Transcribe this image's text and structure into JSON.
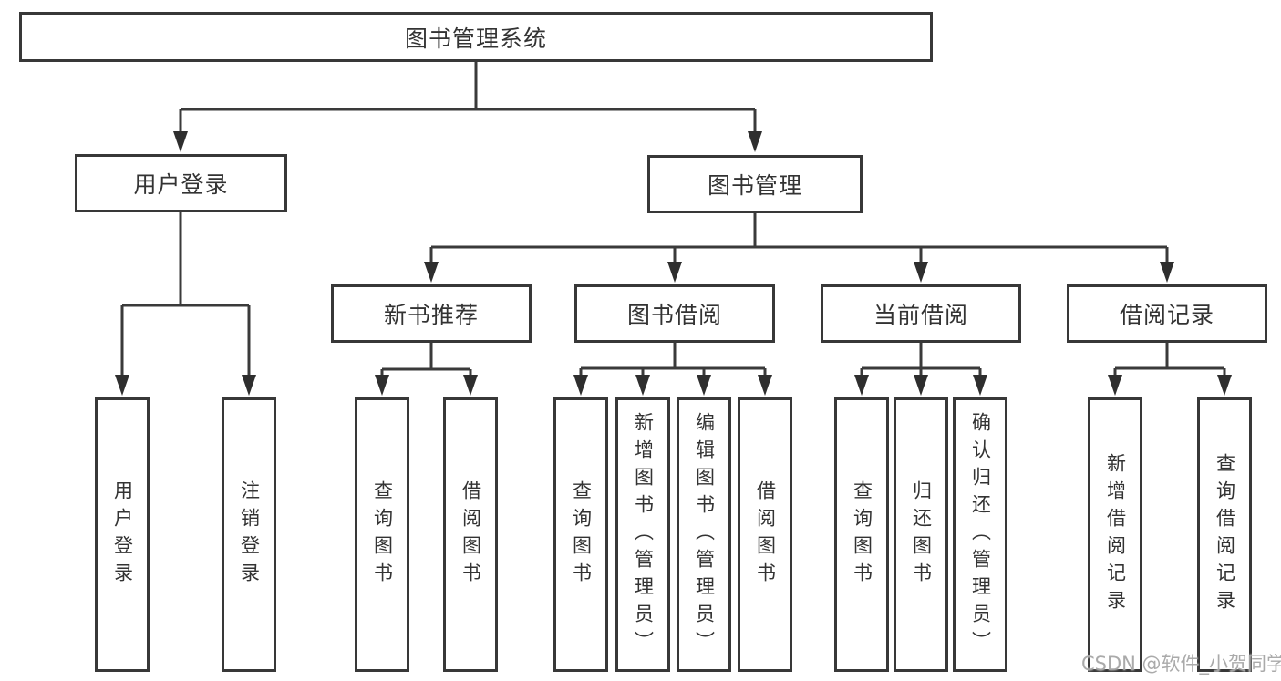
{
  "tree": {
    "root": {
      "label": "图书管理系统"
    },
    "branches": [
      {
        "label": "用户登录",
        "leaves": [
          "用户登录",
          "注销登录"
        ]
      },
      {
        "label": "图书管理",
        "groups": [
          {
            "label": "新书推荐",
            "leaves": [
              "查询图书",
              "借阅图书"
            ]
          },
          {
            "label": "图书借阅",
            "leaves": [
              "查询图书",
              "新增图书（管理员）",
              "编辑图书（管理员）",
              "借阅图书"
            ]
          },
          {
            "label": "当前借阅",
            "leaves": [
              "查询图书",
              "归还图书",
              "确认归还（管理员）"
            ]
          },
          {
            "label": "借阅记录",
            "leaves": [
              "新增借阅记录",
              "查询借阅记录"
            ]
          }
        ]
      }
    ]
  },
  "watermark": {
    "text": "CSDN @软件_小贺同学"
  },
  "colors": {
    "line": "#3a3a3a",
    "arrow": "#2e2e2e",
    "border": "#383838",
    "text": "#333333",
    "background": "#ffffff",
    "watermark": "#a3a3a3"
  }
}
